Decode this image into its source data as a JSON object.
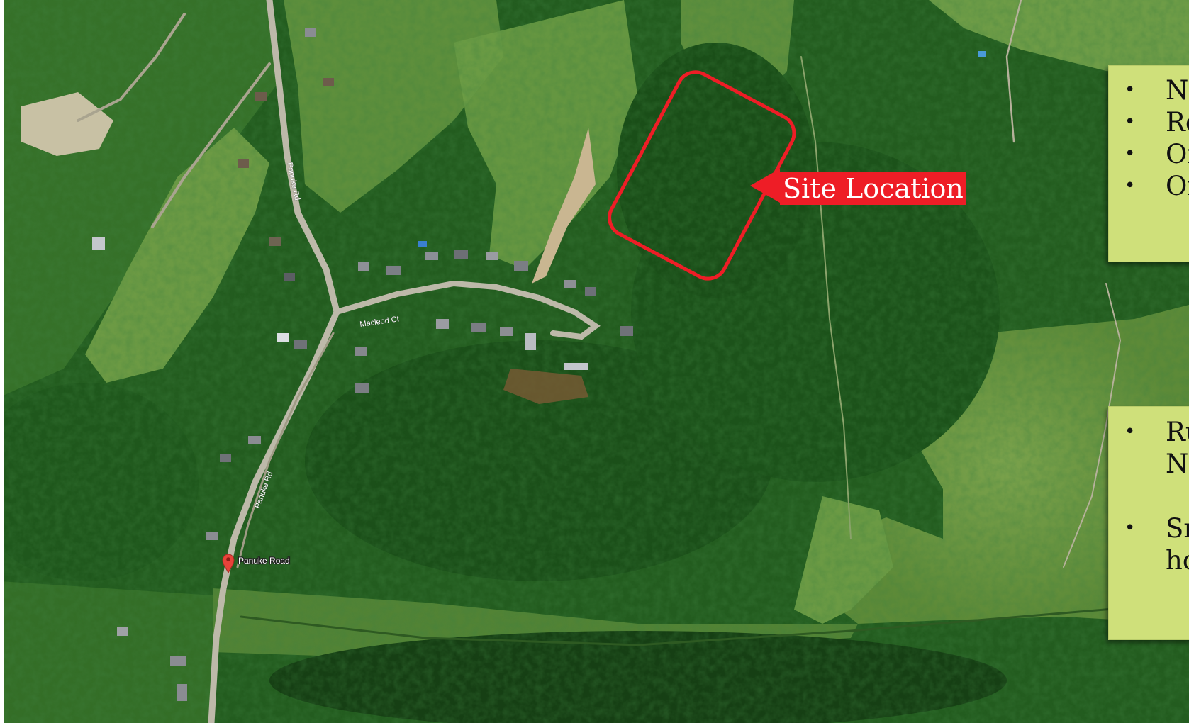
{
  "map": {
    "road_labels": [
      "Panuke Rd",
      "Panuke Rd",
      "Macleod Ct"
    ],
    "place_label": "Panuke Road",
    "site_label": "Site Location",
    "colors": {
      "forest": "#1f5a1c",
      "forest_dark": "#143f13",
      "field": "#5e8f3c",
      "road": "#b9b6a8",
      "highlight": "#ee1d26",
      "pin": "#e8433a"
    }
  },
  "panel_top": {
    "items": [
      "N",
      "Re",
      "Or",
      "Or"
    ]
  },
  "panel_bottom": {
    "items": [
      {
        "line1": "Ru",
        "line2": "N"
      },
      {
        "line1": "Sn",
        "line2": "ho"
      }
    ]
  }
}
